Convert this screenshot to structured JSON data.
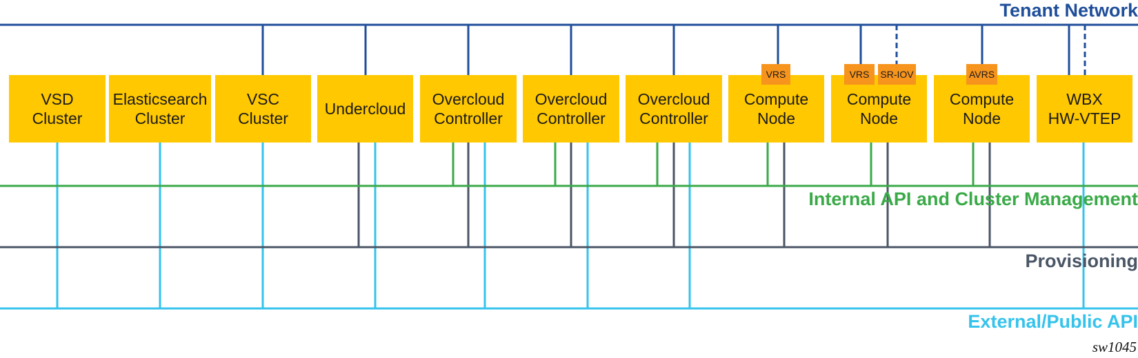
{
  "networks": {
    "tenant": {
      "label": "Tenant Network",
      "color": "#1F4E9A"
    },
    "internal": {
      "label": "Internal API and Cluster Management",
      "color": "#3AAA48"
    },
    "provisioning": {
      "label": "Provisioning",
      "color": "#4A5565"
    },
    "external": {
      "label": "External/Public API",
      "color": "#35C3EC"
    }
  },
  "nodes": [
    {
      "label": "VSD\nCluster"
    },
    {
      "label": "Elasticsearch\nCluster"
    },
    {
      "label": "VSC\nCluster"
    },
    {
      "label": "Undercloud"
    },
    {
      "label": "Overcloud\nController"
    },
    {
      "label": "Overcloud\nController"
    },
    {
      "label": "Overcloud\nController"
    },
    {
      "label": "Compute\nNode",
      "badges": [
        "VRS"
      ]
    },
    {
      "label": "Compute\nNode",
      "badges": [
        "VRS",
        "SR-IOV"
      ]
    },
    {
      "label": "Compute\nNode",
      "badges": [
        "AVRS"
      ]
    },
    {
      "label": "WBX\nHW-VTEP"
    }
  ],
  "figure_id": "sw1045",
  "colors": {
    "node_fill": "#FFC800",
    "badge_fill": "#F7941D"
  }
}
